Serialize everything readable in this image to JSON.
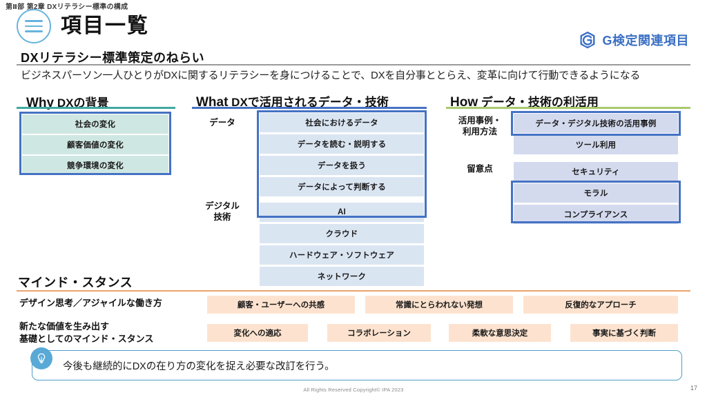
{
  "breadcrumb": "第Ⅱ部  第2章  DXリテラシー標準の構成",
  "header": {
    "title": "項目一覧",
    "menu_icon": "hamburger-icon"
  },
  "badge": {
    "label": "G検定関連項目",
    "icon": "g-hex-logo-icon",
    "color": "#3b6fc4"
  },
  "aim": {
    "heading": "DXリテラシー標準策定のねらい",
    "subtitle": "ビジネスパーソン一人ひとりがDXに関するリテラシーを身につけることで、DXを自分事ととらえ、変革に向けて行動できるようになる"
  },
  "columns": [
    {
      "key": "why",
      "big": "Why",
      "small": "DXの背景",
      "rule_color": "#3fa9a0",
      "chip_color": "#cfe7e2",
      "items": [
        {
          "label": "社会の変化"
        },
        {
          "label": "顧客価値の変化"
        },
        {
          "label": "競争環境の変化"
        }
      ],
      "side_labels": []
    },
    {
      "key": "what",
      "big": "What",
      "small": "DXで活用されるデータ・技術",
      "rule_color": "#4472c4",
      "chip_color": "#dae5f2",
      "items": [
        {
          "label": "社会におけるデータ"
        },
        {
          "label": "データを読む・説明する"
        },
        {
          "label": "データを扱う"
        },
        {
          "label": "データによって判断する"
        },
        {
          "label": "AI"
        },
        {
          "label": "クラウド"
        },
        {
          "label": "ハードウェア・ソフトウェア"
        },
        {
          "label": "ネットワーク"
        }
      ],
      "side_labels": [
        {
          "label": "データ"
        },
        {
          "label": "デジタル\n技術"
        }
      ]
    },
    {
      "key": "how",
      "big": "How",
      "small": "データ・技術の利活用",
      "rule_color": "#a9c96c",
      "chip_color": "#d4daee",
      "items": [
        {
          "label": "データ・デジタル技術の活用事例"
        },
        {
          "label": "ツール利用"
        },
        {
          "label": "セキュリティ"
        },
        {
          "label": "モラル"
        },
        {
          "label": "コンプライアンス"
        }
      ],
      "side_labels": [
        {
          "label": "活用事例・\n利用方法"
        },
        {
          "label": "留意点"
        }
      ]
    }
  ],
  "mind": {
    "heading": "マインド・スタンス",
    "rule_color": "#e8a36a",
    "rows": [
      {
        "label": "デザイン思考／アジャイルな働き方",
        "items": [
          "顧客・ユーザーへの共感",
          "常識にとらわれない発想",
          "反復的なアプローチ"
        ]
      },
      {
        "label": "新たな価値を生み出す\n基礎としてのマインド・スタンス",
        "items": [
          "変化への適応",
          "コラボレーション",
          "柔軟な意思決定",
          "事実に基づく判断"
        ]
      }
    ]
  },
  "callout": {
    "icon": "lightbulb-icon",
    "text": "今後も継続的にDXの在り方の変化を捉え必要な改訂を行う。",
    "border_color": "#4d9dc9"
  },
  "footer": {
    "copyright": "All Rights Reserved Copyright© IPA 2023",
    "page_number": "17"
  }
}
